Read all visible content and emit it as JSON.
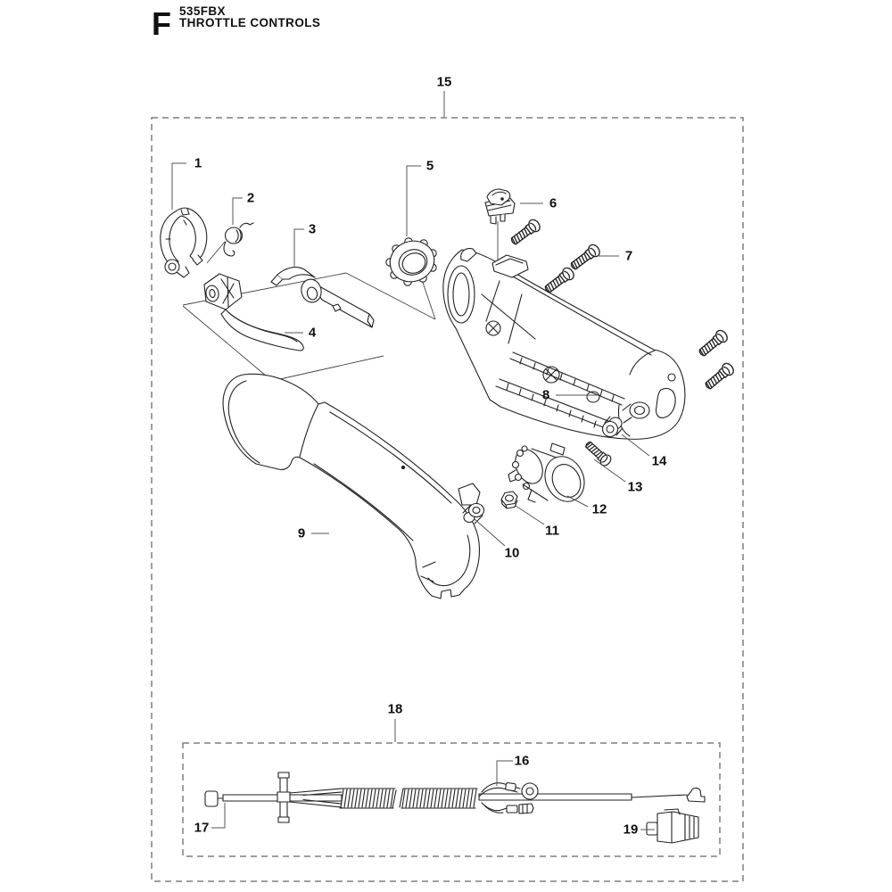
{
  "header": {
    "figure_letter": "F",
    "model": "535FBX",
    "section_title": "THROTTLE CONTROLS"
  },
  "labels": {
    "p1": "1",
    "p2": "2",
    "p3": "3",
    "p4": "4",
    "p5": "5",
    "p6": "6",
    "p7": "7",
    "p8": "8",
    "p9": "9",
    "p10": "10",
    "p11": "11",
    "p12": "12",
    "p13": "13",
    "p14": "14",
    "p15": "15",
    "p16": "16",
    "p17": "17",
    "p18": "18",
    "p19": "19"
  },
  "colors": {
    "line": "#222222",
    "leader": "#555555",
    "construction": "#444444",
    "dashed_border": "#7f7f7f",
    "background": "#ffffff"
  }
}
